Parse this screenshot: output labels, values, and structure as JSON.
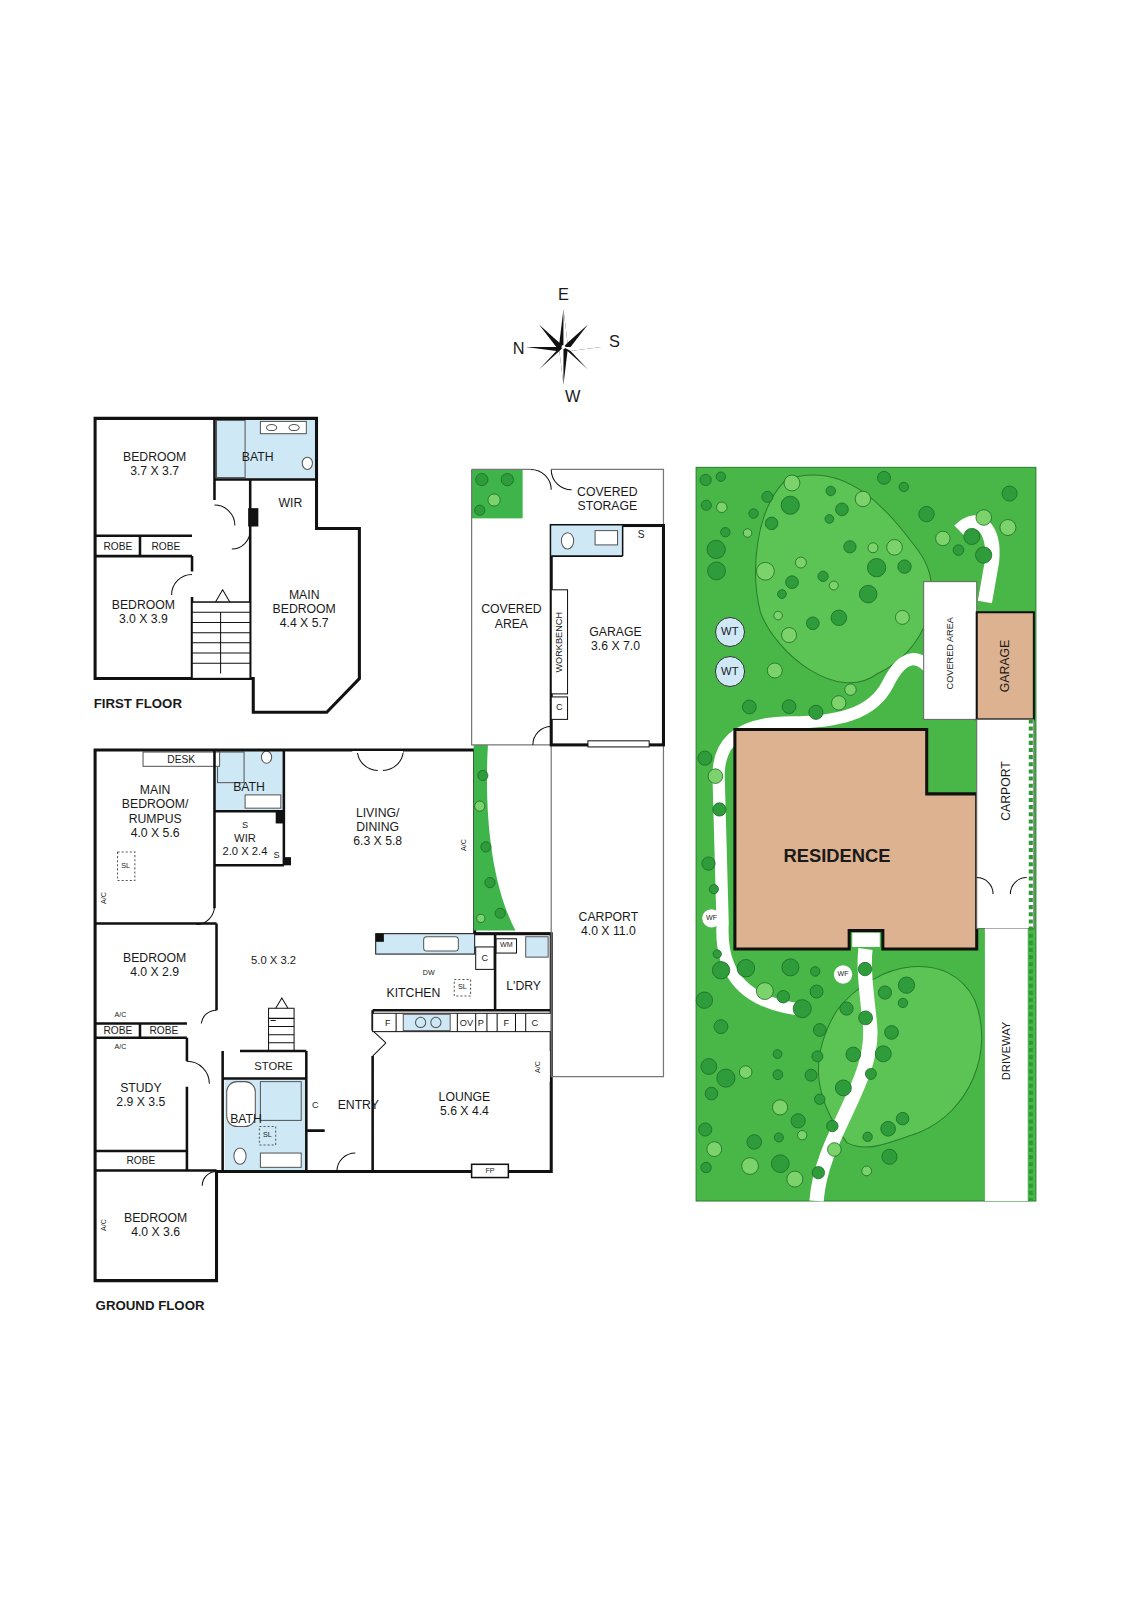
{
  "diagram": {
    "nodes": [
      {
        "text": [
          "BEDROOM",
          "3.7 X 3.7"
        ]
      },
      {
        "text": [
          "BATH"
        ]
      },
      {
        "text": [
          "WIR"
        ]
      },
      {
        "text": [
          "ROBE"
        ]
      },
      {
        "text": [
          "ROBE"
        ]
      },
      {
        "text": [
          "MAIN BEDROOM",
          "4.4 X 5.7"
        ]
      },
      {
        "text": [
          "BEDROOM",
          "3.0 X 3.9"
        ]
      },
      {
        "text": [
          "DESK"
        ]
      },
      {
        "text": [
          "MAIN BEDROOM/ RUMPUS",
          "4.0 X 5.6"
        ]
      },
      {
        "text": [
          "BATH"
        ]
      },
      {
        "text": [
          "WIR",
          "2.0 X 2.4"
        ]
      },
      {
        "text": [
          "LIVING/ DINING",
          "6.3 X 5.8"
        ]
      },
      {
        "text": [
          "BEDROOM",
          "4.0 X 2.9"
        ]
      },
      {
        "text": [
          "ROBE"
        ]
      },
      {
        "text": [
          "ROBE"
        ]
      },
      {
        "text": [
          "STUDY",
          "2.9 X 3.5"
        ]
      },
      {
        "text": [
          "ROBE"
        ]
      },
      {
        "text": [
          "BEDROOM",
          "4.0 X 3.6"
        ]
      },
      {
        "text": [
          "KITCHEN"
        ]
      },
      {
        "text": [
          "L'DRY"
        ]
      },
      {
        "text": [
          "STORE"
        ]
      },
      {
        "text": [
          "BATH"
        ]
      },
      {
        "text": [
          "ENTRY"
        ]
      },
      {
        "text": [
          "LOUNGE",
          "5.6 X 4.4"
        ]
      },
      {
        "text": [
          "COVERED STORAGE"
        ]
      },
      {
        "text": [
          "COVERED AREA"
        ]
      },
      {
        "text": [
          "GARAGE",
          "3.6 X 7.0"
        ]
      },
      {
        "text": [
          "WORKBENCH"
        ]
      },
      {
        "text": [
          "CARPORT",
          "4.0 X 11.0"
        ]
      },
      {
        "text": [
          "RESIDENCE"
        ]
      },
      {
        "text": [
          "COVERED AREA"
        ]
      },
      {
        "text": [
          "GARAGE"
        ]
      },
      {
        "text": [
          "CARPORT"
        ]
      },
      {
        "text": [
          "WT"
        ]
      },
      {
        "text": [
          "WT"
        ]
      }
    ],
    "labels": [
      "E",
      "N",
      "S",
      "W",
      "FIRST FLOOR",
      "GROUND FLOOR",
      "5.0 X 3.2",
      "A/C",
      "A/C",
      "A/C",
      "A/C",
      "A/C",
      "A/C",
      "S",
      "S",
      "S",
      "C",
      "C",
      "C",
      "C",
      "SL",
      "SL",
      "SL",
      "DW",
      "WM",
      "F",
      "OV",
      "P",
      "F",
      "FP",
      "WF",
      "WF",
      "DRIVEWAY"
    ]
  }
}
